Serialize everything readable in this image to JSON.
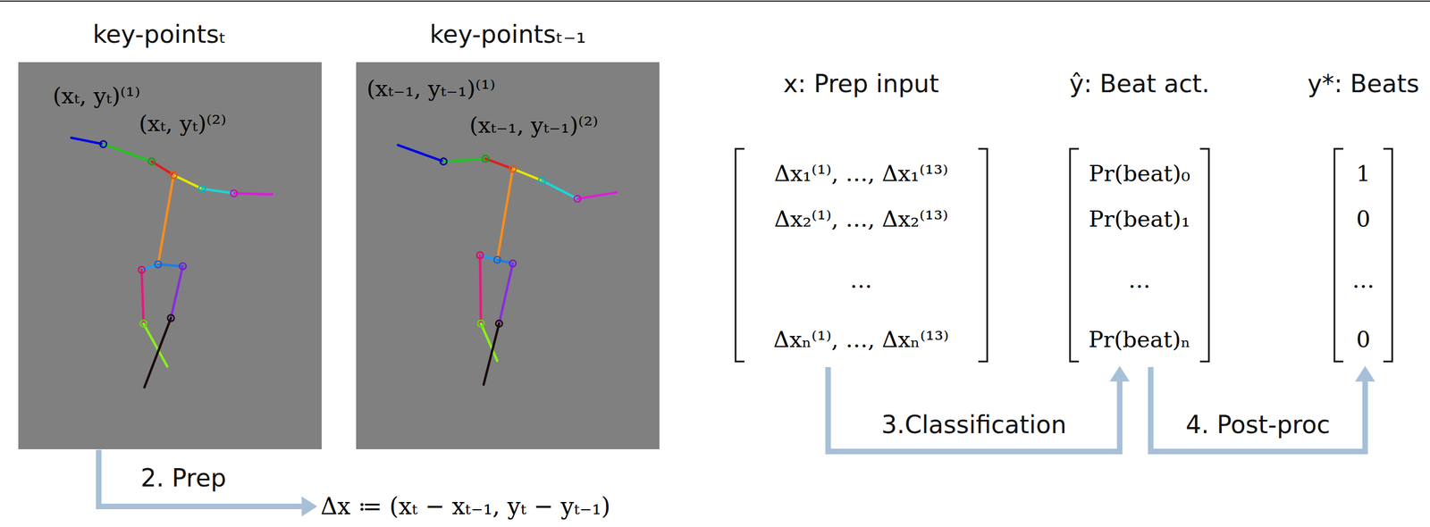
{
  "diagram": {
    "nodes": [
      {
        "text": [
          "key-pointsₜ",
          "(xₜ, yₜ)⁽¹⁾",
          "(xₜ, yₜ)⁽²⁾"
        ]
      },
      {
        "text": [
          "key-pointsₜ₋₁",
          "(xₜ₋₁, yₜ₋₁)⁽¹⁾",
          "(xₜ₋₁, yₜ₋₁)⁽²⁾"
        ]
      },
      {
        "text": [
          "x: Prep input",
          "Δx₁⁽¹⁾, …, Δx₁⁽¹³⁾",
          "Δx₂⁽¹⁾, …, Δx₂⁽¹³⁾",
          "…",
          "Δxₙ⁽¹⁾, …, Δxₙ⁽¹³⁾"
        ]
      },
      {
        "text": [
          "ŷ: Beat act.",
          "Pr(beat)₀",
          "Pr(beat)₁",
          "…",
          "Pr(beat)ₙ"
        ]
      },
      {
        "text": [
          "y*: Beats",
          "1",
          "0",
          "…",
          "0"
        ]
      },
      {
        "text": [
          "Δx ≔ (xₜ − xₜ₋₁, yₜ − yₜ₋₁)"
        ]
      }
    ],
    "edges": [
      {
        "from": 0,
        "to": 5,
        "label": "2. Prep",
        "arrow": "to"
      },
      {
        "from": 2,
        "to": 3,
        "label": "3.Classification",
        "arrow": "to"
      },
      {
        "from": 3,
        "to": 4,
        "label": "4. Post-proc",
        "arrow": "to"
      }
    ]
  }
}
